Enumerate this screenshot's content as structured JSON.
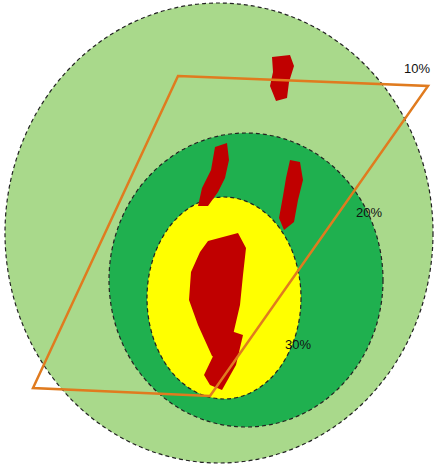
{
  "diagram": {
    "labels": [
      "10%",
      "20%",
      "30%"
    ]
  }
}
